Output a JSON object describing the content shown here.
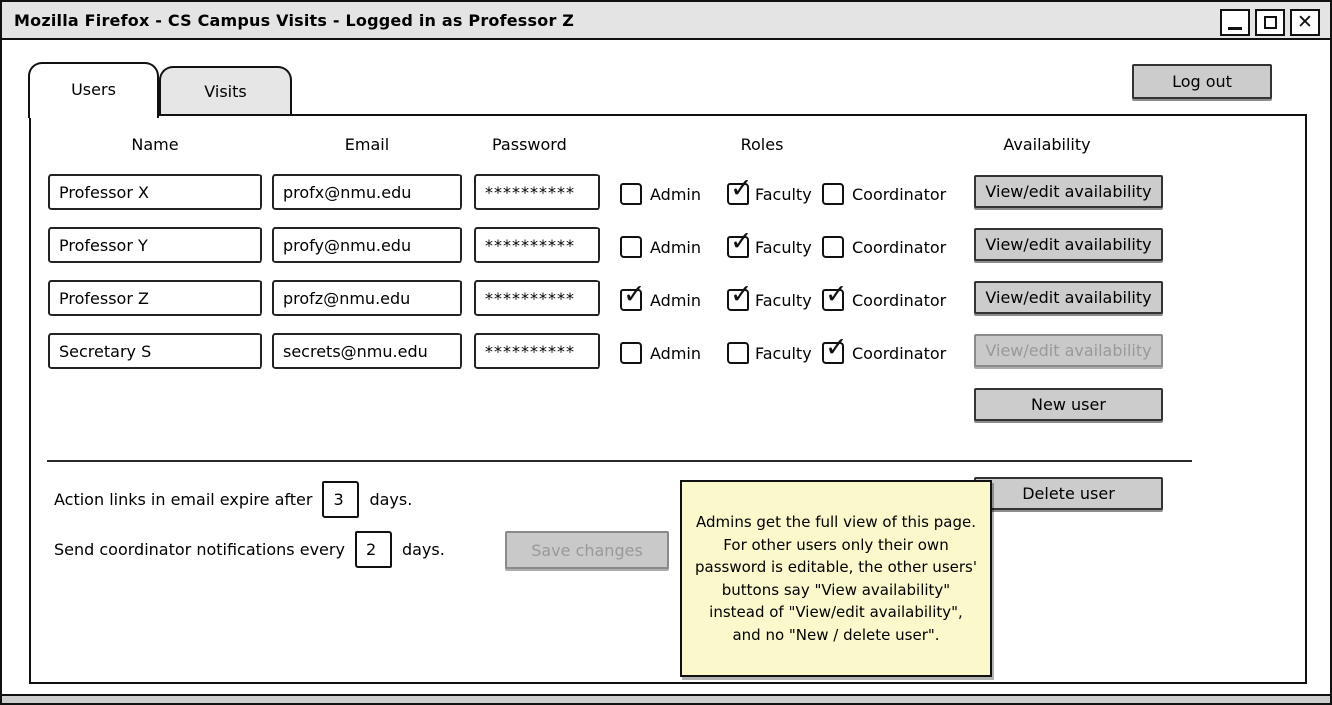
{
  "window": {
    "title": "Mozilla Firefox - CS Campus Visits - Logged in as Professor Z",
    "controls": [
      {
        "name": "minimize"
      },
      {
        "name": "maximize"
      },
      {
        "name": "close",
        "glyph": "✕"
      }
    ]
  },
  "tabs": [
    {
      "label": "Users",
      "active": true
    },
    {
      "label": "Visits",
      "active": false
    }
  ],
  "logout_label": "Log out",
  "table": {
    "headers": {
      "name": "Name",
      "email": "Email",
      "password": "Password",
      "roles": "Roles",
      "availability": "Availability"
    },
    "role_labels": [
      "Admin",
      "Faculty",
      "Coordinator"
    ],
    "rows": [
      {
        "name": "Professor X",
        "email": "profx@nmu.edu",
        "password": "**********",
        "admin": false,
        "faculty": true,
        "coordinator": false,
        "availability_label": "View/edit availability",
        "availability_disabled": false
      },
      {
        "name": "Professor Y",
        "email": "profy@nmu.edu",
        "password": "**********",
        "admin": false,
        "faculty": true,
        "coordinator": false,
        "availability_label": "View/edit availability",
        "availability_disabled": false
      },
      {
        "name": "Professor Z",
        "email": "profz@nmu.edu",
        "password": "**********",
        "admin": true,
        "faculty": true,
        "coordinator": true,
        "availability_label": "View/edit availability",
        "availability_disabled": false
      },
      {
        "name": "Secretary S",
        "email": "secrets@nmu.edu",
        "password": "**********",
        "admin": false,
        "faculty": false,
        "coordinator": true,
        "availability_label": "View/edit availability",
        "availability_disabled": true
      }
    ]
  },
  "actions": {
    "new_user": "New user",
    "delete_user": "Delete user",
    "save_changes": "Save changes",
    "save_disabled": true
  },
  "settings": [
    {
      "prefix": "Action links in email expire after",
      "value": "3",
      "suffix": "days."
    },
    {
      "prefix": "Send coordinator notifications every",
      "value": "2",
      "suffix": "days."
    }
  ],
  "note_text": "Admins get the full view of this page. For other users only their own password is editable, the other users' buttons say \"View availability\" instead of \"View/edit availability\", and no \"New / delete user\"."
}
